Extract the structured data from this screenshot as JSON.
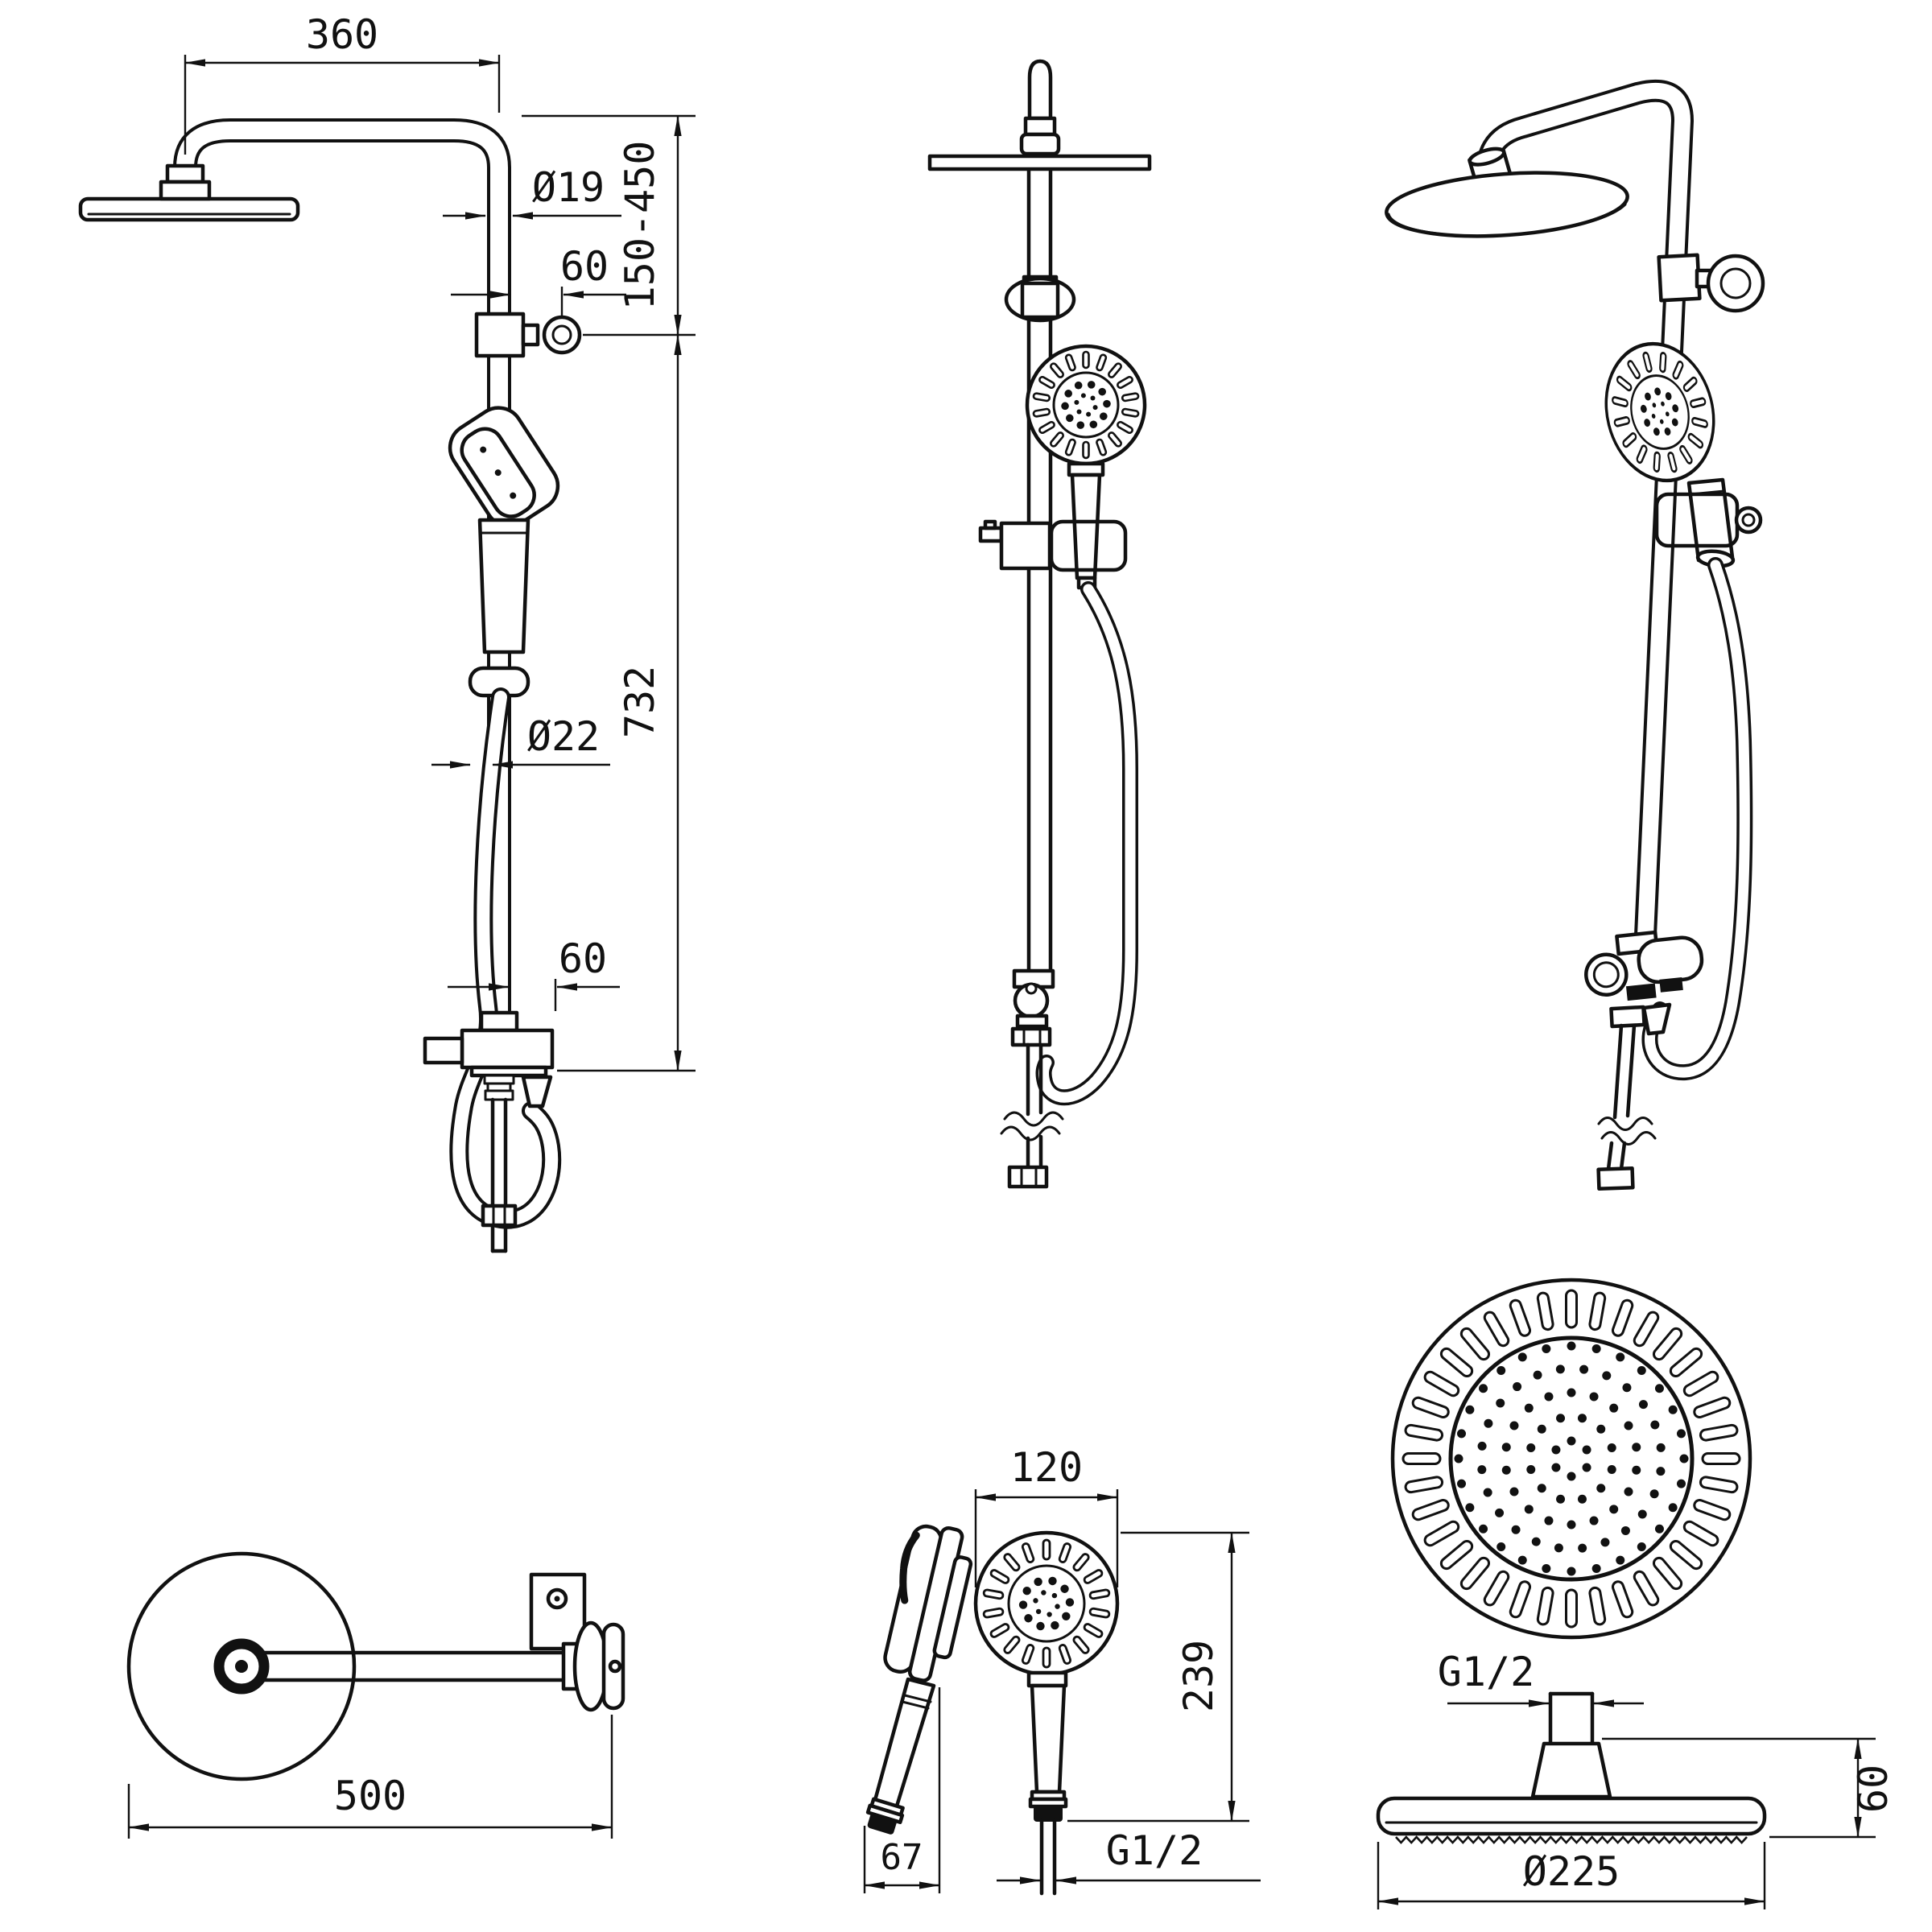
{
  "drawing": {
    "background": "#ffffff",
    "line_color": "#111111",
    "views": {
      "side": {
        "labels": {
          "arm_reach": "360",
          "riser_diameter": "Ø19",
          "bracket_offset": "60",
          "adjustable_height": "150-450",
          "hose_diameter": "Ø22",
          "rail_height": "732",
          "valve_offset": "60"
        }
      },
      "front": {
        "labels": {}
      },
      "perspective": {
        "labels": {}
      },
      "top": {
        "labels": {
          "overall_projection": "500"
        }
      },
      "handshower": {
        "labels": {
          "face_width": "120",
          "total_length": "239",
          "head_depth": "67",
          "thread": "G1/2"
        }
      },
      "overhead": {
        "labels": {
          "thread": "G1/2",
          "head_height": "60",
          "head_diameter": "Ø225"
        }
      }
    }
  }
}
